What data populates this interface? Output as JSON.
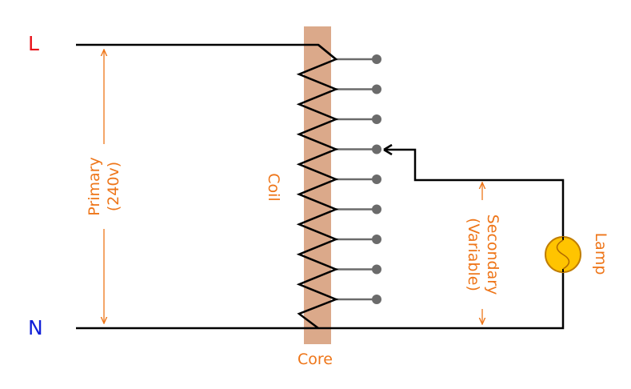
{
  "labels": {
    "line": "L",
    "neutral": "N",
    "primary_line1": "Primary",
    "primary_line2": "(240v)",
    "coil": "Coil",
    "core": "Core",
    "secondary_line1": "Secondary",
    "secondary_line2": "(Variable)",
    "lamp": "Lamp"
  },
  "colors": {
    "line_label": "#e8131a",
    "neutral_label": "#1120d8",
    "annotation": "#ee7518",
    "core": "#dba98a",
    "wire": "#000000",
    "tap": "#6b6b6b",
    "lamp_fill": "#ffc400",
    "lamp_stroke": "#c07d00"
  },
  "taps": {
    "count": 9
  }
}
